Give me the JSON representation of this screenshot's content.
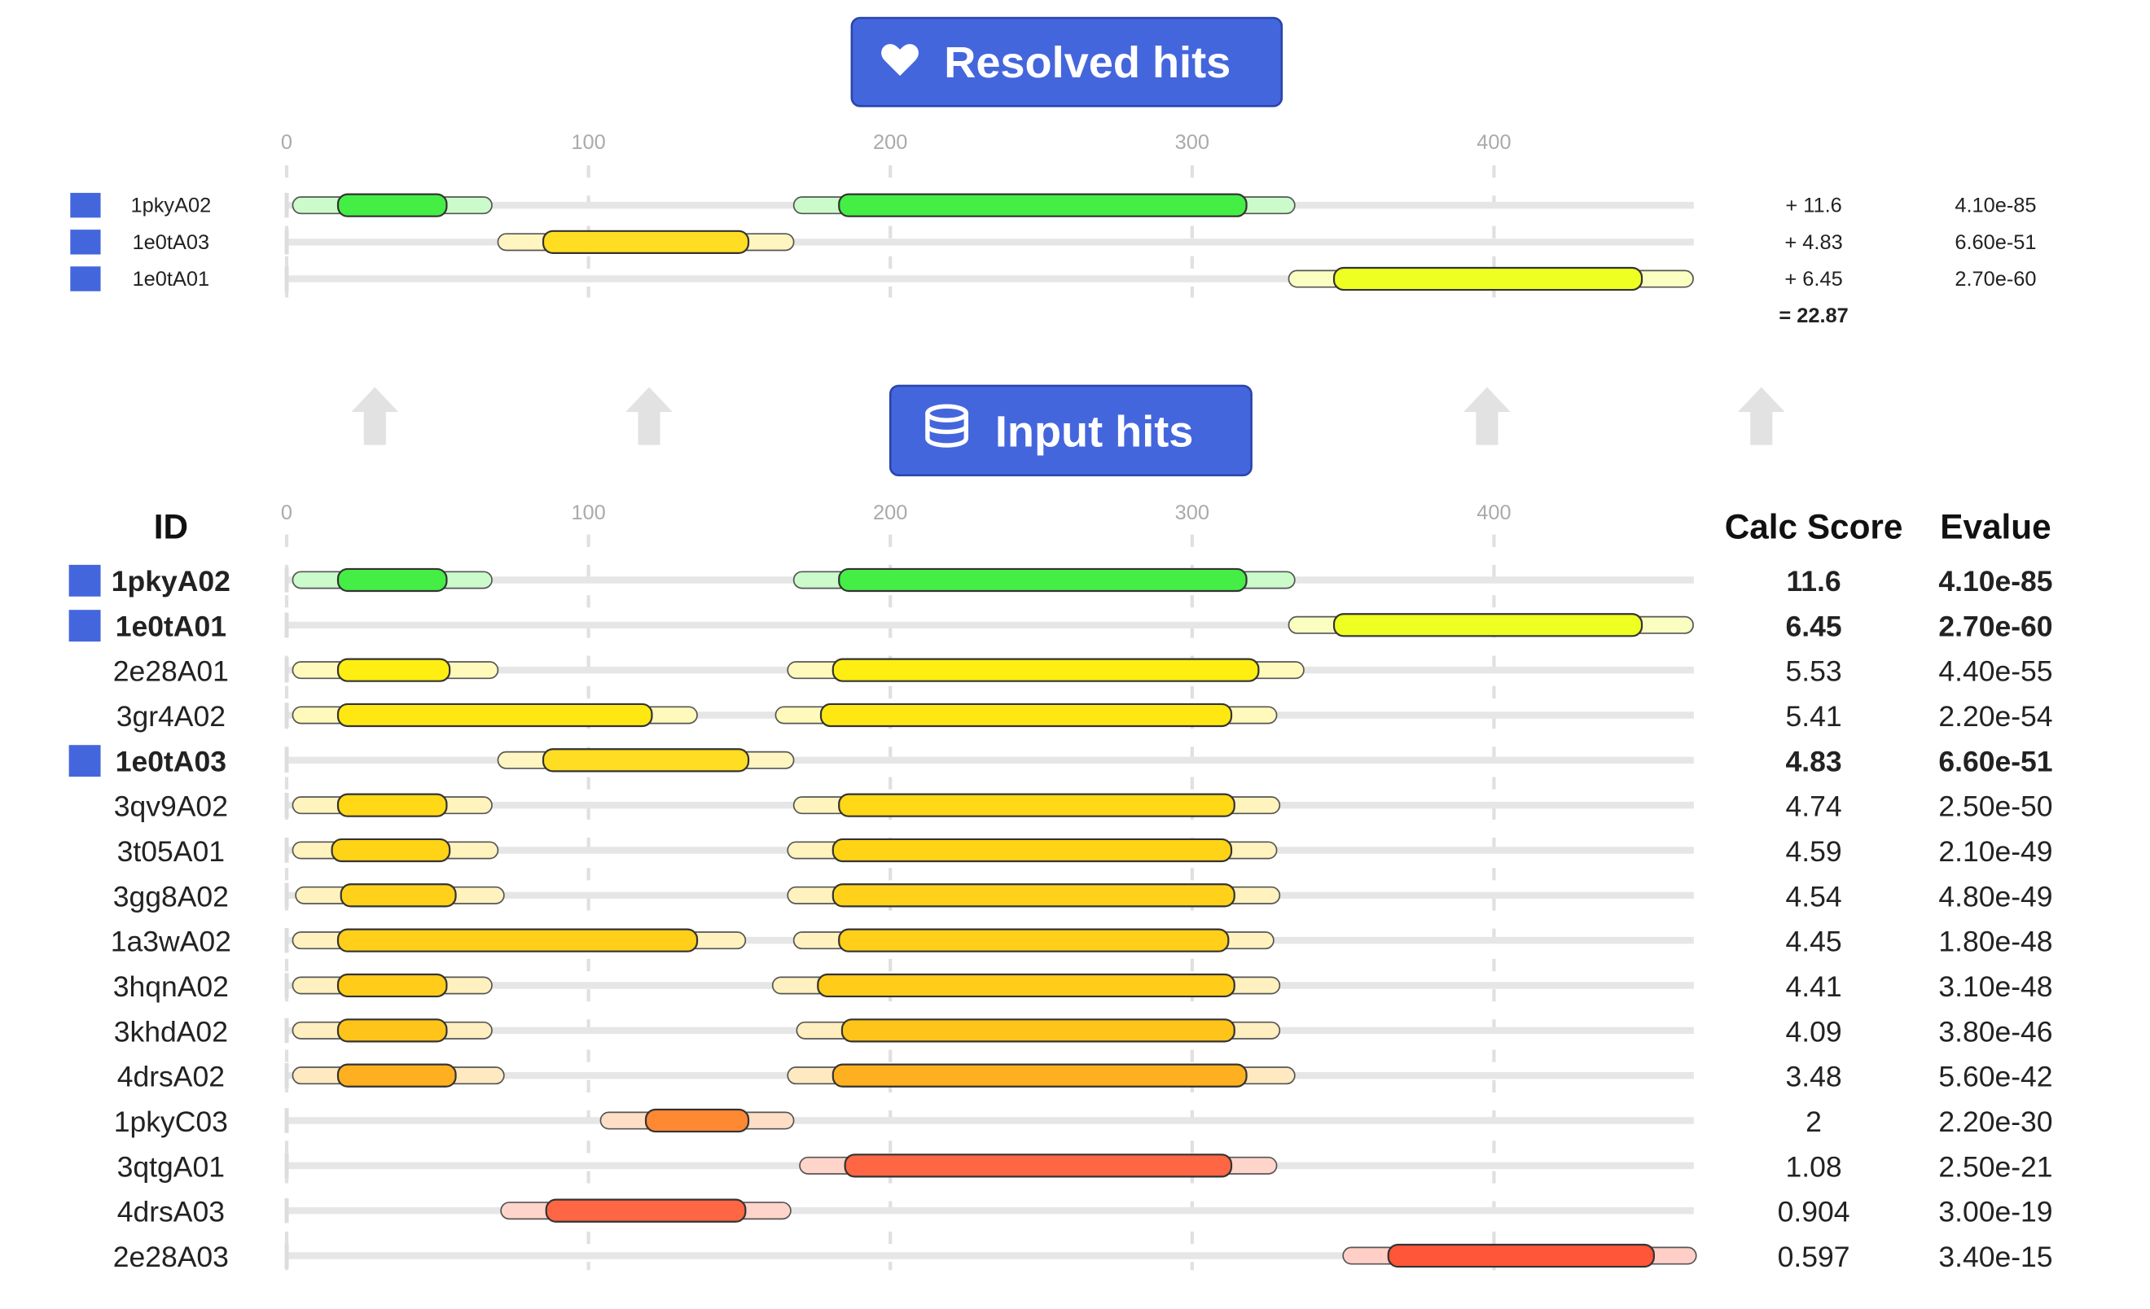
{
  "resolved": {
    "title": "Resolved hits",
    "title_icon": "heart-icon",
    "hits": [
      {
        "id": "1pkyA02",
        "score": "+ 11.6",
        "evalue": "4.10e-85",
        "color": "#44ee44",
        "segments": [
          [
            2,
            68,
            17,
            53
          ],
          [
            168,
            334,
            183,
            318
          ]
        ]
      },
      {
        "id": "1e0tA03",
        "score": "+ 4.83",
        "evalue": "6.60e-51",
        "color": "#ffdd22",
        "segments": [
          [
            70,
            168,
            85,
            153
          ]
        ]
      },
      {
        "id": "1e0tA01",
        "score": "+ 6.45",
        "evalue": "2.70e-60",
        "color": "#eeff22",
        "segments": [
          [
            332,
            466,
            347,
            449
          ]
        ]
      }
    ],
    "total": "= 22.87"
  },
  "input": {
    "title": "Input hits",
    "title_icon": "database-icon",
    "headers": {
      "id": "ID",
      "score": "Calc Score",
      "evalue": "Evalue"
    },
    "hits": [
      {
        "id": "1pkyA02",
        "score": "11.6",
        "evalue": "4.10e-85",
        "selected": true,
        "color": "#44ee44",
        "segments": [
          [
            2,
            68,
            17,
            53
          ],
          [
            168,
            334,
            183,
            318
          ]
        ]
      },
      {
        "id": "1e0tA01",
        "score": "6.45",
        "evalue": "2.70e-60",
        "selected": true,
        "color": "#eeff22",
        "segments": [
          [
            332,
            466,
            347,
            449
          ]
        ]
      },
      {
        "id": "2e28A01",
        "score": "5.53",
        "evalue": "4.40e-55",
        "selected": false,
        "color": "#ffee11",
        "segments": [
          [
            2,
            70,
            17,
            54
          ],
          [
            166,
            337,
            181,
            322
          ]
        ]
      },
      {
        "id": "3gr4A02",
        "score": "5.41",
        "evalue": "2.20e-54",
        "selected": false,
        "color": "#ffe811",
        "segments": [
          [
            2,
            136,
            17,
            121
          ],
          [
            162,
            328,
            177,
            313
          ]
        ]
      },
      {
        "id": "1e0tA03",
        "score": "4.83",
        "evalue": "6.60e-51",
        "selected": true,
        "color": "#ffdd22",
        "segments": [
          [
            70,
            168,
            85,
            153
          ]
        ]
      },
      {
        "id": "3qv9A02",
        "score": "4.74",
        "evalue": "2.50e-50",
        "selected": false,
        "color": "#ffd816",
        "segments": [
          [
            2,
            68,
            17,
            53
          ],
          [
            168,
            329,
            183,
            314
          ]
        ]
      },
      {
        "id": "3t05A01",
        "score": "4.59",
        "evalue": "2.10e-49",
        "selected": false,
        "color": "#ffd316",
        "segments": [
          [
            2,
            70,
            15,
            54
          ],
          [
            166,
            328,
            181,
            313
          ]
        ]
      },
      {
        "id": "3gg8A02",
        "score": "4.54",
        "evalue": "4.80e-49",
        "selected": false,
        "color": "#ffd11a",
        "segments": [
          [
            3,
            72,
            18,
            56
          ],
          [
            166,
            329,
            181,
            314
          ]
        ]
      },
      {
        "id": "1a3wA02",
        "score": "4.45",
        "evalue": "1.80e-48",
        "selected": false,
        "color": "#ffcf1a",
        "segments": [
          [
            2,
            152,
            17,
            136
          ],
          [
            168,
            327,
            183,
            312
          ]
        ]
      },
      {
        "id": "3hqnA02",
        "score": "4.41",
        "evalue": "3.10e-48",
        "selected": false,
        "color": "#ffcc1a",
        "segments": [
          [
            2,
            68,
            17,
            53
          ],
          [
            161,
            329,
            176,
            314
          ]
        ]
      },
      {
        "id": "3khdA02",
        "score": "4.09",
        "evalue": "3.80e-46",
        "selected": false,
        "color": "#ffc41a",
        "segments": [
          [
            2,
            68,
            17,
            53
          ],
          [
            169,
            329,
            184,
            314
          ]
        ]
      },
      {
        "id": "4drsA02",
        "score": "3.48",
        "evalue": "5.60e-42",
        "selected": false,
        "color": "#ffb020",
        "segments": [
          [
            2,
            72,
            17,
            56
          ],
          [
            166,
            334,
            181,
            318
          ]
        ]
      },
      {
        "id": "1pkyC03",
        "score": "2",
        "evalue": "2.20e-30",
        "selected": false,
        "color": "#ff8833",
        "segments": [
          [
            104,
            168,
            119,
            153
          ]
        ]
      },
      {
        "id": "3qtgA01",
        "score": "1.08",
        "evalue": "2.50e-21",
        "selected": false,
        "color": "#ff6644",
        "segments": [
          [
            170,
            328,
            185,
            313
          ]
        ]
      },
      {
        "id": "4drsA03",
        "score": "0.904",
        "evalue": "3.00e-19",
        "selected": false,
        "color": "#ff6644",
        "segments": [
          [
            71,
            167,
            86,
            152
          ]
        ]
      },
      {
        "id": "2e28A03",
        "score": "0.597",
        "evalue": "3.40e-15",
        "selected": false,
        "color": "#ff5538",
        "segments": [
          [
            350,
            467,
            365,
            453
          ]
        ]
      }
    ]
  },
  "axis": {
    "ticks": [
      "0",
      "100",
      "200",
      "300",
      "400"
    ],
    "tick_values": [
      0,
      100,
      200,
      300,
      400
    ],
    "max": 467
  },
  "colors": {
    "button": "#4466dd",
    "button_border": "#2a44aa",
    "selected_marker": "#4466dd",
    "track": "#e6e6e6",
    "grid": "#e0e0e0",
    "arrow": "#e2e2e2"
  }
}
